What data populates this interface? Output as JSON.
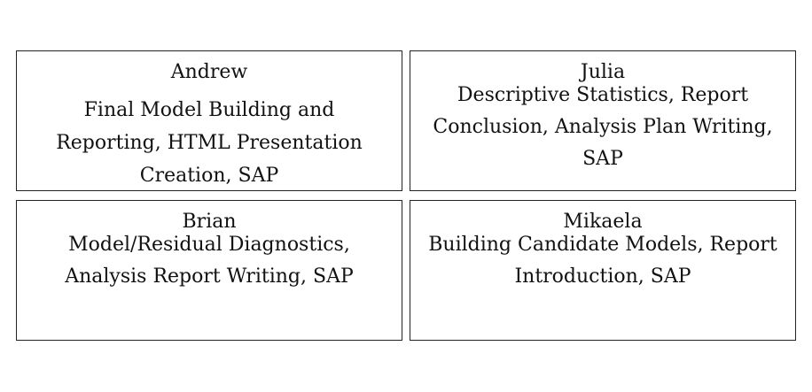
{
  "cards": [
    {
      "name": "Andrew",
      "tasks": "Final Model Building and Reporting, HTML Presentation Creation, SAP"
    },
    {
      "name": "Julia",
      "tasks": "Descriptive Statistics, Report Conclusion, Analysis Plan Writing, SAP"
    },
    {
      "name": "Brian",
      "tasks": "Model/Residual Diagnostics, Analysis Report Writing, SAP"
    },
    {
      "name": "Mikaela",
      "tasks": "Building Candidate Models, Report Introduction, SAP"
    }
  ]
}
